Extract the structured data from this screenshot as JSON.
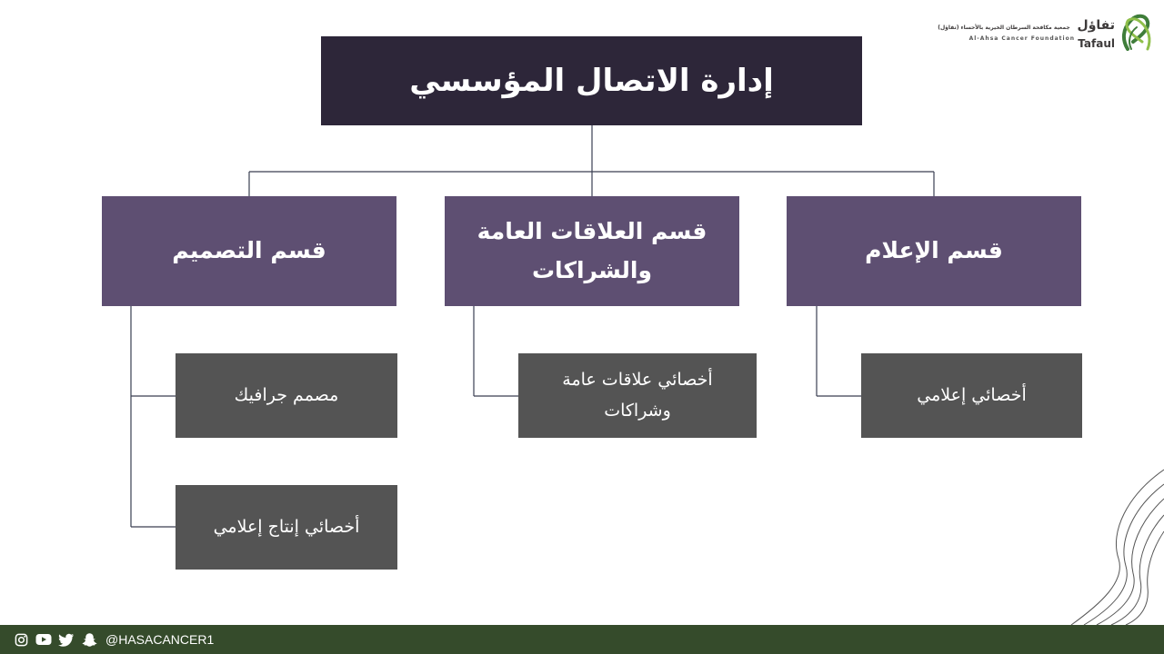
{
  "logo": {
    "arabic_name": "تفاؤل",
    "arabic_subtitle": "جمعية مكافحة السرطان الخيرية بالأحساء (تفاؤل)",
    "english_full": "Al-Ahsa Cancer Foundation",
    "english_name": "Tafaul"
  },
  "org_chart": {
    "root": "إدارة الاتصال المؤسسي",
    "departments": [
      {
        "name": "قسم الإعلام",
        "roles": [
          "أخصائي إعلامي"
        ]
      },
      {
        "name": "قسم العلاقات العامة والشراكات",
        "roles": [
          "أخصائي علاقات عامة وشراكات"
        ]
      },
      {
        "name": "قسم التصميم",
        "roles": [
          "مصمم جرافيك",
          "أخصائي إنتاج إعلامي"
        ]
      }
    ]
  },
  "footer": {
    "handle": "@HASACANCER1",
    "icons": [
      "instagram-icon",
      "youtube-icon",
      "twitter-icon",
      "snapchat-icon"
    ]
  },
  "colors": {
    "root_box": "#2d2639",
    "department_box": "#5e4f72",
    "role_box": "#545454",
    "connector": "#3a3f52",
    "footer_bar": "#354b2b",
    "logo_green": "#3f7d3a"
  }
}
